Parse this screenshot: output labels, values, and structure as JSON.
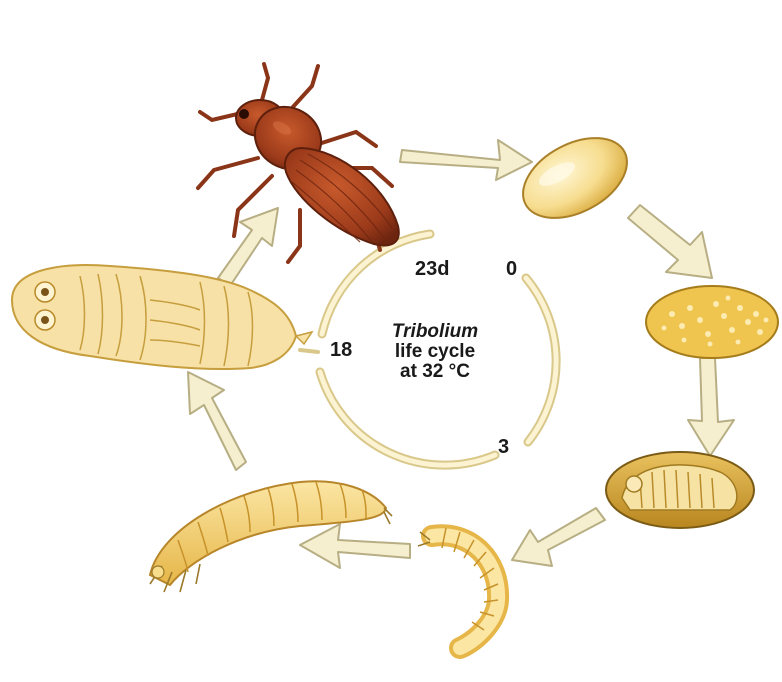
{
  "diagram": {
    "center": {
      "genus": "Tribolium",
      "line2": "life cycle",
      "line3": "at 32 °C"
    },
    "day_labels": {
      "start": "0",
      "egg_end": "3",
      "larva_end": "18",
      "cycle_end": "23d"
    },
    "stages": [
      {
        "name": "egg",
        "icon": "egg-icon"
      },
      {
        "name": "developing-egg",
        "icon": "dotted-egg-icon"
      },
      {
        "name": "embryo",
        "icon": "embryo-in-egg-icon"
      },
      {
        "name": "young-larva",
        "icon": "small-larva-icon"
      },
      {
        "name": "mature-larva",
        "icon": "large-larva-icon"
      },
      {
        "name": "pupa",
        "icon": "pupa-icon"
      },
      {
        "name": "adult",
        "icon": "beetle-icon"
      }
    ],
    "colors": {
      "arrow_fill": "#f6efcf",
      "arrow_stroke": "#b7ae84",
      "ring": "#efe2a6",
      "beetle": "#9b3a1a",
      "larva": "#f1cf6e",
      "egg": "#f6dc8e",
      "pupa": "#f7e1a6"
    }
  }
}
